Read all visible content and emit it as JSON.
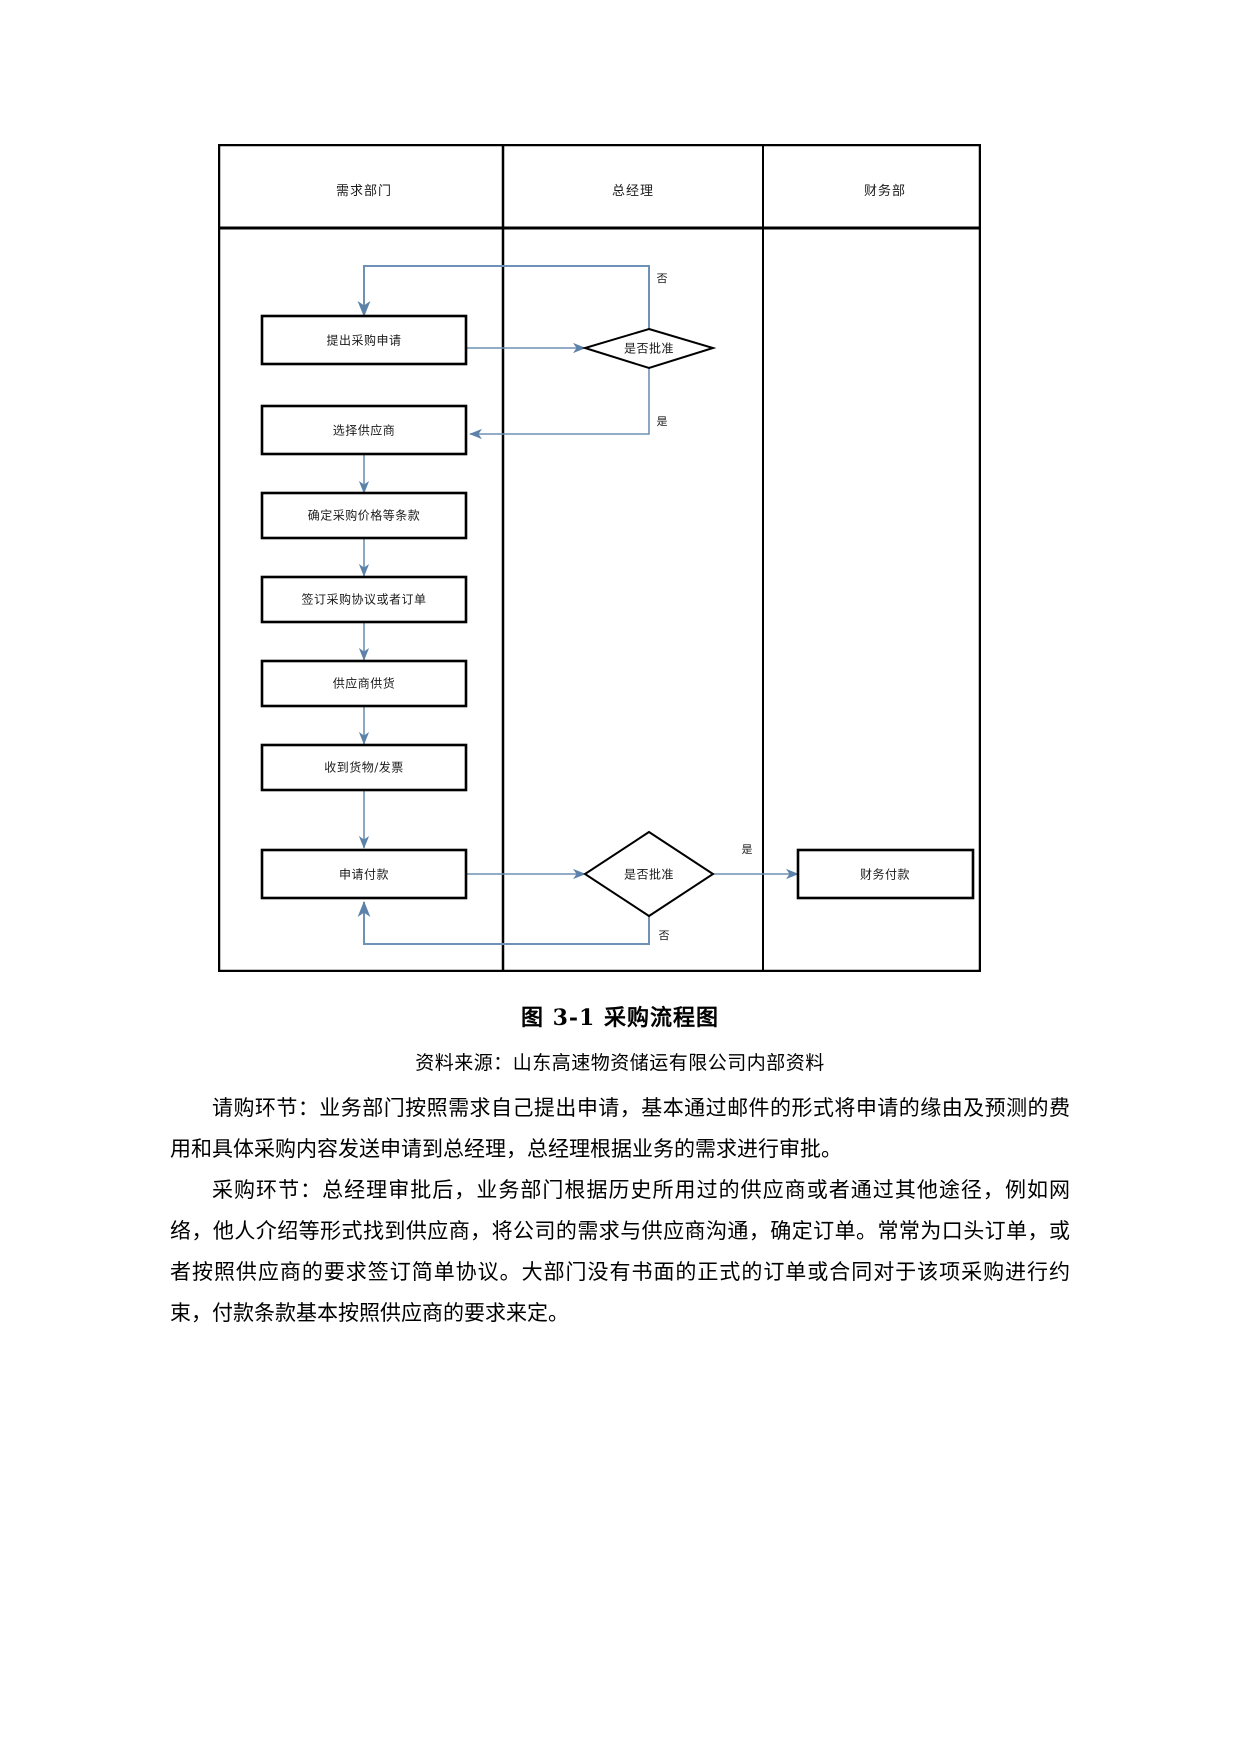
{
  "figure": {
    "caption": "图 3-1 采购流程图",
    "source": "资料来源：山东高速物资储运有限公司内部资料",
    "lanes": [
      {
        "id": "demand",
        "label": "需求部门"
      },
      {
        "id": "gm",
        "label": "总经理"
      },
      {
        "id": "finance",
        "label": "财务部"
      }
    ],
    "nodes": [
      {
        "id": "n1",
        "lane": "demand",
        "type": "process",
        "label": "提出采购申请"
      },
      {
        "id": "n2",
        "lane": "demand",
        "type": "process",
        "label": "选择供应商"
      },
      {
        "id": "n3",
        "lane": "demand",
        "type": "process",
        "label": "确定采购价格等条款"
      },
      {
        "id": "n4",
        "lane": "demand",
        "type": "process",
        "label": "签订采购协议或者订单"
      },
      {
        "id": "n5",
        "lane": "demand",
        "type": "process",
        "label": "供应商供货"
      },
      {
        "id": "n6",
        "lane": "demand",
        "type": "process",
        "label": "收到货物/发票"
      },
      {
        "id": "n7",
        "lane": "demand",
        "type": "process",
        "label": "申请付款"
      },
      {
        "id": "d1",
        "lane": "gm",
        "type": "decision",
        "label": "是否批准"
      },
      {
        "id": "d2",
        "lane": "gm",
        "type": "decision",
        "label": "是否批准"
      },
      {
        "id": "n8",
        "lane": "finance",
        "type": "process",
        "label": "财务付款"
      }
    ],
    "edge_labels": {
      "d1_no": "否",
      "d1_yes": "是",
      "d2_yes": "是",
      "d2_no": "否"
    },
    "colors": {
      "flow_line": "#6f91b5",
      "node_border": "#000000",
      "frame": "#000000",
      "text": "#1a1a1a"
    }
  },
  "body": {
    "paragraphs": [
      "请购环节：业务部门按照需求自己提出申请，基本通过邮件的形式将申请的缘由及预测的费用和具体采购内容发送申请到总经理，总经理根据业务的需求进行审批。",
      "采购环节：总经理审批后，业务部门根据历史所用过的供应商或者通过其他途径，例如网络，他人介绍等形式找到供应商，将公司的需求与供应商沟通，确定订单。常常为口头订单，或者按照供应商的要求签订简单协议。大部门没有书面的正式的订单或合同对于该项采购进行约束，付款条款基本按照供应商的要求来定。"
    ]
  }
}
